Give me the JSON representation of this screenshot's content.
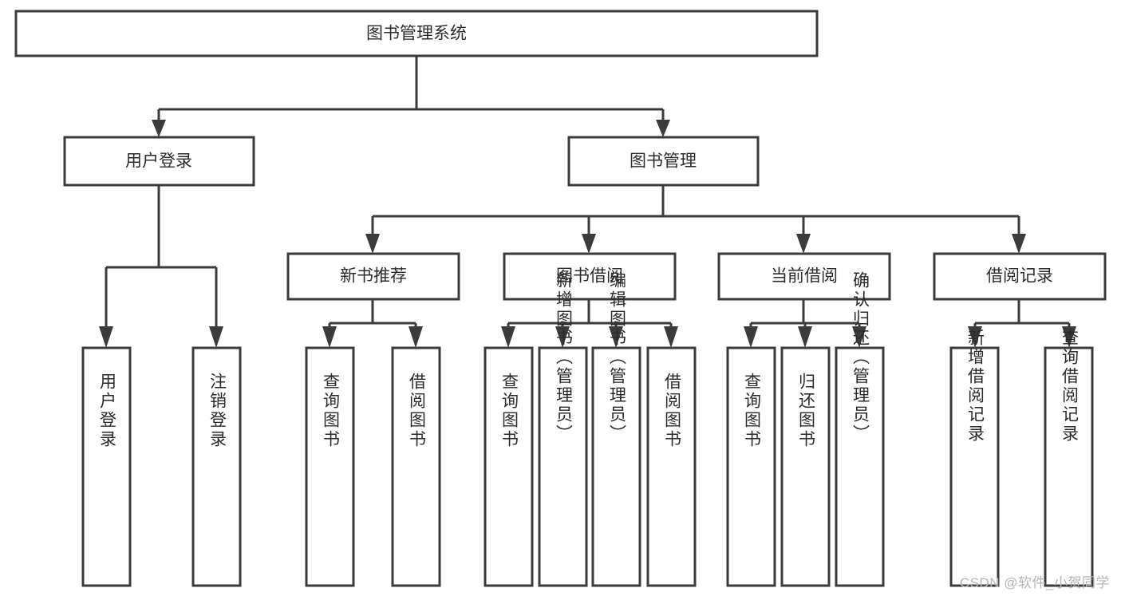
{
  "diagram": {
    "title": "图书管理系统",
    "watermark": "CSDN @软件_小贺同学",
    "line_color": "#3b3b3b",
    "box_fill": "#ffffff",
    "text_color": "#2b2b2b",
    "watermark_color": "#b6b6b6",
    "levels": {
      "level1": [
        {
          "id": "root",
          "label": "图书管理系统"
        }
      ],
      "level2": [
        {
          "id": "user-login",
          "label": "用户登录"
        },
        {
          "id": "book-manage",
          "label": "图书管理"
        }
      ],
      "level3": [
        {
          "id": "new-book-recommend",
          "label": "新书推荐",
          "parent": "book-manage"
        },
        {
          "id": "book-borrow",
          "label": "图书借阅",
          "parent": "book-manage"
        },
        {
          "id": "current-borrow",
          "label": "当前借阅",
          "parent": "book-manage"
        },
        {
          "id": "borrow-record",
          "label": "借阅记录",
          "parent": "book-manage"
        }
      ],
      "level4": [
        {
          "id": "leaf-user-login",
          "label": "用户登录",
          "parent": "user-login"
        },
        {
          "id": "leaf-logout-login",
          "label": "注销登录",
          "parent": "user-login"
        },
        {
          "id": "leaf-query-book-1",
          "label": "查询图书",
          "parent": "new-book-recommend"
        },
        {
          "id": "leaf-borrow-book-1",
          "label": "借阅图书",
          "parent": "new-book-recommend"
        },
        {
          "id": "leaf-query-book-2",
          "label": "查询图书",
          "parent": "book-borrow"
        },
        {
          "id": "leaf-add-book",
          "label": "新增图书（管理员）",
          "parent": "book-borrow"
        },
        {
          "id": "leaf-edit-book",
          "label": "编辑图书（管理员）",
          "parent": "book-borrow"
        },
        {
          "id": "leaf-borrow-book-2",
          "label": "借阅图书",
          "parent": "book-borrow"
        },
        {
          "id": "leaf-query-book-3",
          "label": "查询图书",
          "parent": "current-borrow"
        },
        {
          "id": "leaf-return-book",
          "label": "归还图书",
          "parent": "current-borrow"
        },
        {
          "id": "leaf-confirm-return",
          "label": "确认归还（管理员）",
          "parent": "current-borrow"
        },
        {
          "id": "leaf-add-record",
          "label": "新增借阅记录",
          "parent": "borrow-record"
        },
        {
          "id": "leaf-query-record",
          "label": "查询借阅记录",
          "parent": "borrow-record"
        }
      ]
    }
  }
}
